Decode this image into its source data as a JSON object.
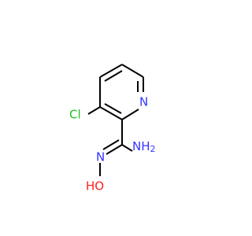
{
  "molecule": {
    "atoms": {
      "n_ring": {
        "text": "N",
        "color": "#3333ff"
      },
      "cl": {
        "text": "Cl",
        "color": "#1fbf1f"
      },
      "n_oxime": {
        "text": "N",
        "color": "#3333ff"
      },
      "oh": {
        "text": "HO",
        "color": "#ff2020"
      },
      "nh2": {
        "text": "NH",
        "sub": "2",
        "color": "#3333ff"
      }
    },
    "bond_color": "#000000"
  }
}
